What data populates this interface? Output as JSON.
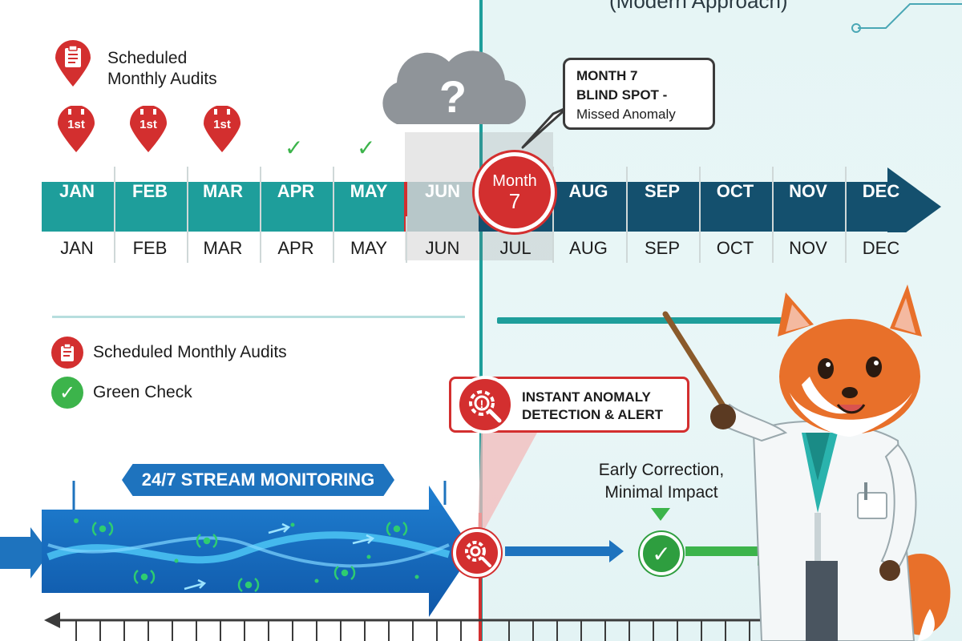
{
  "header": {
    "title": "(Modern Approach)"
  },
  "legend_top": {
    "line1": "Scheduled",
    "line2": "Monthly Audits"
  },
  "audit_pins": [
    {
      "label": "1st"
    },
    {
      "label": "1st"
    },
    {
      "label": "1st"
    }
  ],
  "callout": {
    "line1": "MONTH 7",
    "line2": "BLIND SPOT -",
    "line3": "Missed Anomaly"
  },
  "cloud_symbol": "?",
  "timeline_top": [
    "JAN",
    "FEB",
    "MAR",
    "APR",
    "MAY",
    "JUN",
    "AUG",
    "SEP",
    "OCT",
    "NOV",
    "DEC"
  ],
  "month7": {
    "line1": "Month",
    "line2": "7"
  },
  "timeline_bottom": [
    "JAN",
    "FEB",
    "MAR",
    "APR",
    "MAY",
    "JUN",
    "JUL",
    "AUG",
    "SEP",
    "OCT",
    "NOV",
    "DEC"
  ],
  "legend": [
    {
      "label": "Scheduled Monthly Audits",
      "icon": "clipboard-icon",
      "color": "#d32f2f"
    },
    {
      "label": "Green Check",
      "icon": "check-icon",
      "color": "#3cb44b"
    }
  ],
  "alert": {
    "line1": "INSTANT ANOMALY",
    "line2": "DETECTION & ALERT"
  },
  "stream_label": "24/7 STREAM MONITORING",
  "early": {
    "line1": "Early Correction,",
    "line2": "Minimal Impact"
  },
  "colors": {
    "teal": "#1e9e9b",
    "navy": "#14506e",
    "red": "#d32f2f",
    "green": "#3cb44b",
    "blue": "#1e73be"
  }
}
